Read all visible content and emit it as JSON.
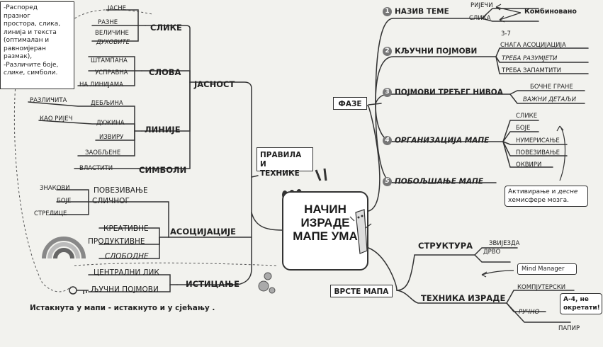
{
  "center": "НАЧИН\nИЗРАДЕ\nМАПЕ УМА",
  "left_note": {
    "line1": "-Распоред",
    "line2": "празног",
    "line3": "простора, слика,",
    "line4": "линија и текста",
    "line5": "(оптималан и",
    "line6": "равномјеран",
    "line7": "размак),",
    "line8": "-Различите боје,",
    "line9_italic": "слике",
    "line9_rest": ", симболи."
  },
  "jasnost": {
    "label": "ЈАСНОСТ",
    "slike": {
      "label": "СЛИКЕ",
      "items": [
        "ЈАСНЕ",
        "РАЗНЕ",
        "ВЕЛИЧИНЕ",
        "ДУХОВИТЕ"
      ]
    },
    "slova": {
      "label": "СЛОВА",
      "items": [
        "ШТАМПАНА",
        "УСПРАВНА",
        "НА ЛИНИЈАМА"
      ]
    },
    "linije": {
      "label": "ЛИНИЈЕ",
      "items": [
        "РАЗЛИЧИТА",
        "ДЕБЉИНА",
        "КАО РИЈЕЧ",
        "ДУЖИНА",
        "ИЗВИРУ",
        "ЗАОБЉЕНЕ"
      ]
    },
    "simboli": {
      "label": "СИМБОЛИ",
      "items": [
        "ВЛАСТИТИ"
      ]
    }
  },
  "pravila": "ПРАВИЛА И\nТЕХНИКЕ",
  "asocijacije": {
    "label": "АСОЦИЈАЦИЈЕ",
    "povezivanje": "ПОВЕЗИВАЊЕ",
    "slicnog": "СЛИЧНОГ",
    "left_items": [
      "ЗНАКОВИ",
      "БОЈЕ",
      "СТРЕЛИЦЕ"
    ],
    "items": [
      "КРЕАТИВНЕ",
      "ПРОДУКТИВНЕ",
      "СЛОБОДНЕ"
    ]
  },
  "isticanje": {
    "label": "ИСТИЦАЊЕ",
    "items": [
      "ЦЕНТРАЛНИ ЛИК",
      "ЉУЧНИ ПОЈМОВИ"
    ]
  },
  "caption": "Истакнута у мапи - истакнуто и у сјећању .",
  "faze": {
    "label": "ФАЗЕ",
    "phases": [
      {
        "num": "1",
        "label": "НАЗИВ ТЕМЕ",
        "items": [
          "РИЈЕЧИ",
          "СЛИКА"
        ]
      },
      {
        "num": "2",
        "label": "КЉУЧНИ ПОЈМОВИ",
        "items": [
          "3-7",
          "СНАГА АСОЦИЈАЦИЈА",
          "ТРЕБА РАЗУМЈЕТИ",
          "ТРЕБА ЗАПАМТИТИ"
        ]
      },
      {
        "num": "3",
        "label": "ПОЈМОВИ ТРЕЋЕГ НИВОА",
        "items": [
          "БОЧНЕ ГРАНЕ",
          "ВАЖНИ ДЕТАЉИ"
        ]
      },
      {
        "num": "4",
        "label": "ОРГАНИЗАЦИЈА МАПЕ",
        "items": [
          "СЛИКЕ",
          "БОЈЕ",
          "НУМЕРИСАЊЕ",
          "ПОВЕЗИВАЊЕ",
          "ОКВИРИ"
        ]
      },
      {
        "num": "5",
        "label": "ПОБОЉШАЊЕ МАПЕ",
        "items": []
      }
    ],
    "kombinovano": "Комбиновано",
    "brain_note1": "Активирање и",
    "brain_note_italic": "десне",
    "brain_note2": "хемисфере мозга."
  },
  "vrste": {
    "label": "ВРСТЕ МАПА",
    "struktura": {
      "label": "СТРУКТУРА",
      "items": [
        "ЗВИЈЕЗДА",
        "ДРВО"
      ]
    },
    "tehnika": {
      "label": "ТЕХНИКА ИЗРАДЕ",
      "items": [
        "КОМПЈУТЕРСКИ",
        "РУЧНО",
        "ПАПИР"
      ]
    },
    "mind_manager": "Mind Manager",
    "a4_note1": "А-4, не",
    "a4_note2": "окретати!"
  }
}
